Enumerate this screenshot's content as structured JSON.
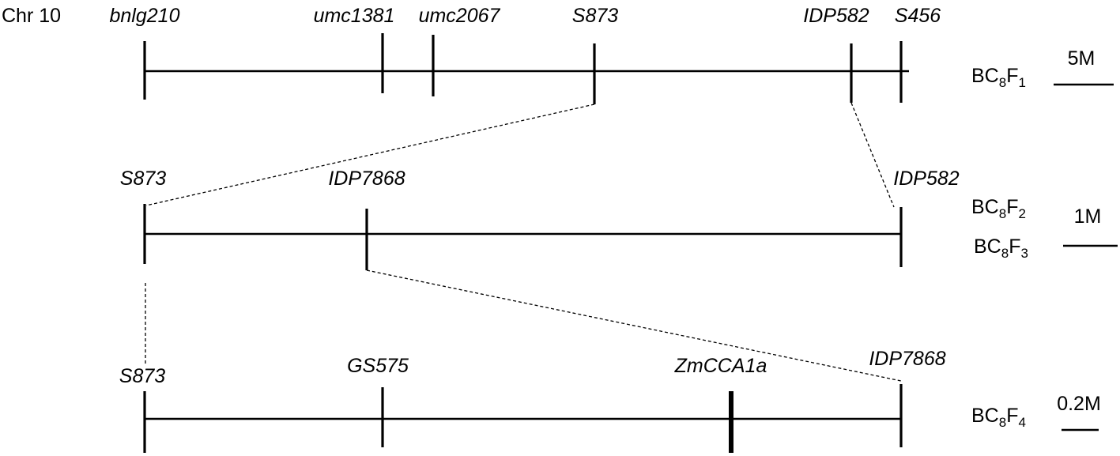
{
  "chromosome_label": "Chr 10",
  "track1": {
    "markers": [
      "bnlg210",
      "umc1381",
      "umc2067",
      "S873",
      "IDP582",
      "S456"
    ],
    "population": {
      "base": "BC",
      "sub1": "8",
      "mid": "F",
      "sub2": "1"
    },
    "scale_label": "5M"
  },
  "track2": {
    "markers": [
      "S873",
      "IDP7868",
      "IDP582"
    ],
    "population_a": {
      "base": "BC",
      "sub1": "8",
      "mid": "F",
      "sub2": "2"
    },
    "population_b": {
      "base": "BC",
      "sub1": "8",
      "mid": "F",
      "sub2": "3"
    },
    "scale_label": "1M"
  },
  "track3": {
    "markers": [
      "S873",
      "GS575",
      "ZmCCA1a",
      "IDP7868"
    ],
    "population": {
      "base": "BC",
      "sub1": "8",
      "mid": "F",
      "sub2": "4"
    },
    "scale_label": "0.2M"
  }
}
